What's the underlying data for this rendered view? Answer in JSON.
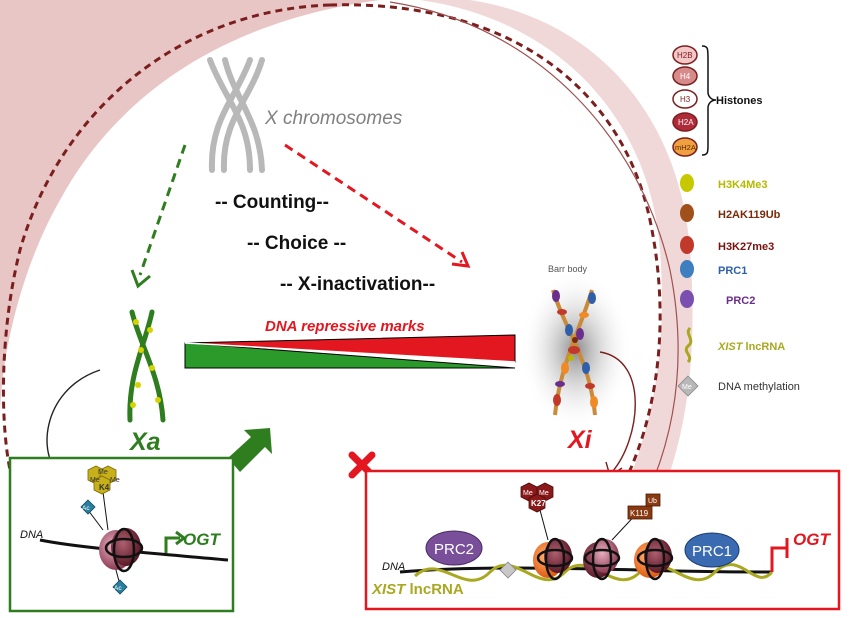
{
  "title_label": "X chromosomes",
  "steps": [
    "-- Counting--",
    "-- Choice --",
    "-- X-inactivation--"
  ],
  "gradient_label": "DNA repressive marks",
  "barr_body_label": "Barr body",
  "xa_label": "Xa",
  "xi_label": "Xi",
  "dna_label": "DNA",
  "xist_label": "XIST",
  "lncrna_suffix": "lncRNA",
  "left_panel": {
    "gene": "OGT",
    "mark_me": "Me",
    "mark_k4": "K4",
    "ac": "Ac"
  },
  "right_panel": {
    "gene": "OGT",
    "prc2": "PRC2",
    "prc1": "PRC1",
    "k27": "K27",
    "me": "Me",
    "ub": "Ub",
    "k119": "K119"
  },
  "legend": {
    "histones_label": "Histones",
    "histone_items": [
      "H2B",
      "H4",
      "H3",
      "H2A",
      "mH2A"
    ],
    "items": [
      {
        "label": "H3K4Me3",
        "color": "#b5b800"
      },
      {
        "label": "H2AK119Ub",
        "color": "#7a2a0a"
      },
      {
        "label": "H3K27me3",
        "color": "#7a1010"
      },
      {
        "label": "PRC1",
        "color": "#2e5fa8"
      },
      {
        "label": "PRC2",
        "color": "#6a2f8e"
      }
    ],
    "xist_italic": "XIST",
    "xist_rest": " lncRNA",
    "methylation_symbol": "Me",
    "methylation_label": "DNA methylation"
  },
  "colors": {
    "green": "#2e7d1f",
    "red": "#e3171f",
    "darkred": "#7b1e1e",
    "pink": "#e8c4c4"
  }
}
